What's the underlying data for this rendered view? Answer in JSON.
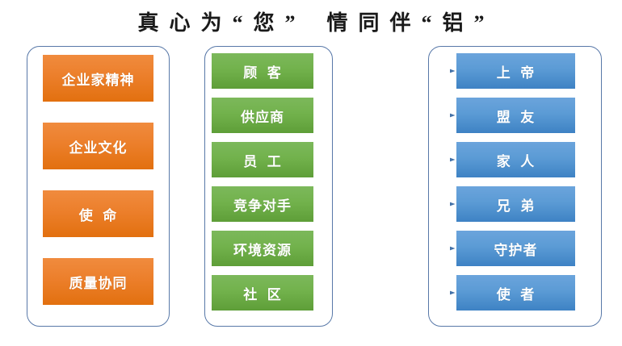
{
  "slide": {
    "title": "真  心  为  “  您  ”      情  同  伴  “  铝  ”",
    "colors": {
      "orange": "#EC7F2B",
      "green": "#72B24C",
      "blue": "#5B9BD5",
      "panel_border": "#5878A8",
      "arrow": "#4472A8",
      "title_text": "#1a1a1a"
    }
  },
  "groups": {
    "values": {
      "name": "values-column",
      "items": [
        {
          "label": "企业家精神"
        },
        {
          "label": "企业文化"
        },
        {
          "label": "使  命"
        },
        {
          "label": "质量协同"
        }
      ]
    },
    "stakeholders": {
      "name": "stakeholders-column",
      "items": [
        {
          "label": "顾  客"
        },
        {
          "label": "供应商"
        },
        {
          "label": "员  工"
        },
        {
          "label": "竞争对手"
        },
        {
          "label": "环境资源"
        },
        {
          "label": "社  区"
        }
      ]
    },
    "roles": {
      "name": "roles-column",
      "items": [
        {
          "label": "上  帝"
        },
        {
          "label": "盟  友"
        },
        {
          "label": "家  人"
        },
        {
          "label": "兄  弟"
        },
        {
          "label": "守护者"
        },
        {
          "label": "使  者"
        }
      ]
    }
  },
  "connections": [
    {
      "from": "顾  客",
      "to": "上  帝"
    },
    {
      "from": "供应商",
      "to": "盟  友"
    },
    {
      "from": "员  工",
      "to": "家  人"
    },
    {
      "from": "竞争对手",
      "to": "兄  弟"
    },
    {
      "from": "环境资源",
      "to": "守护者"
    },
    {
      "from": "社  区",
      "to": "使  者"
    }
  ]
}
